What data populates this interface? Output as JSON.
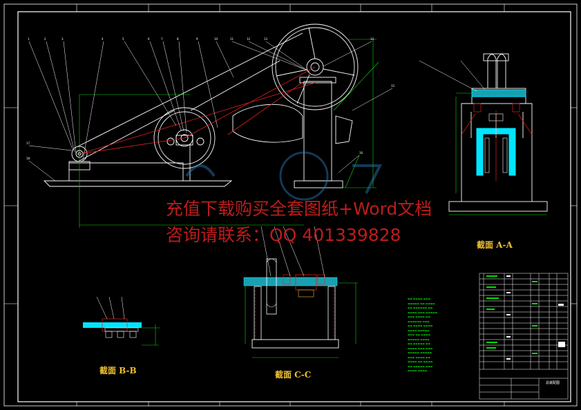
{
  "watermark": {
    "line1": "充值下载购买全套图纸+Word文档",
    "line2": "咨询请联系：QQ 401339828"
  },
  "sections": {
    "aa": "截面  A-A",
    "bb": "截面  B-B",
    "cc": "截面  C-C"
  },
  "title_block": {
    "drawing_name": "总装配图"
  },
  "colors": {
    "frame": "#ffffff",
    "outline": "#ffffff",
    "dimension": "#00e000",
    "centerline": "#e02020",
    "cyan_part": "#00e5ff",
    "watermark": "#c81e1e",
    "section_title": "#f0c030"
  }
}
